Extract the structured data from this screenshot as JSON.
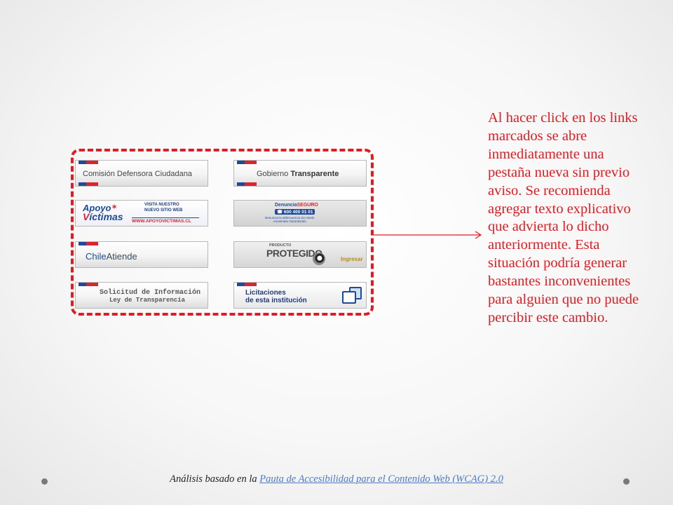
{
  "banners": {
    "comision": "Comisión Defensora Ciudadana",
    "gobierno_1": "Gobierno",
    "gobierno_2": "Transparente",
    "apoyo_1": "Apoyo",
    "apoyo_2": "Víctimas",
    "apoyo_visita_1": "VISITA NUESTRO",
    "apoyo_visita_2": "NUEVO SITIO WEB",
    "apoyo_url": "WWW.APOYOVICTIMAS.CL",
    "denuncia_title_1": "Denuncia",
    "denuncia_title_2": "SEGURO",
    "denuncia_phone": "600 400 01 01",
    "denuncia_sub_1": "Denuncia la delincuencia sin miedo",
    "denuncia_sub_2": "Anonimato Garantizado",
    "chile_1": "Chile",
    "chile_2": "Atiende",
    "producto_small": "PRODUCTO",
    "producto_big": "PROTEGIDO",
    "ingresar": "Ingresar",
    "solicitud_1": "Solicitud de Información",
    "solicitud_2": "Ley de Transparencia",
    "licitaciones_1": "Licitaciones",
    "licitaciones_2": "de esta institución"
  },
  "note": "Al hacer click en los links marcados se abre inmediatamente una pestaña nueva sin previo aviso. Se recomienda agregar texto explicativo que advierta lo dicho anteriormente. Esta situación podría generar bastantes inconvenientes para alguien que no puede percibir este cambio.",
  "footer": {
    "prefix": "Análisis basado en la ",
    "link": "Pauta de Accesibilidad para el Contenido Web (WCAG) 2.0"
  },
  "colors": {
    "highlight": "#e11b22",
    "link": "#4a7bc4",
    "gob_blue": "#1d4b9a",
    "gob_red": "#d7262f"
  }
}
